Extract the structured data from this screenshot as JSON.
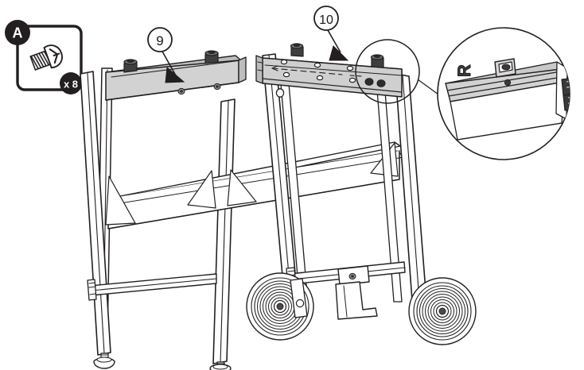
{
  "diagram": {
    "title": "Grill cart frame assembly step",
    "type": "exploded-assembly-line-drawing",
    "background_color": "#ffffff",
    "line_color": "#231f20",
    "panel_fill": "#d2d2d2",
    "panel_fill_dark": "#bdbdbd",
    "badge_fill": "#231f20"
  },
  "hardware_box": {
    "badge_label": "A",
    "quantity_label": "x 8",
    "part_icon": "machine-screw-icon",
    "part_description": "pan head machine screw"
  },
  "callouts": [
    {
      "label": "9",
      "target": "front-apron-panel",
      "arrow": "down-right"
    },
    {
      "label": "10",
      "target": "rear-bracket-rail",
      "arrow": "down"
    }
  ],
  "detail_view": {
    "name": "rear-bracket-rail-detail",
    "orientation_mark": "R",
    "features": [
      "clip-tab",
      "rivet-hole",
      "slotted-flange"
    ]
  },
  "assembly_parts": [
    {
      "name": "front-apron-panel",
      "id": "9",
      "fill": "#d2d2d2"
    },
    {
      "name": "rear-bracket-rail",
      "id": "10",
      "fill": "#c9c9c9"
    },
    {
      "name": "middle-shelf",
      "fill": "#ffffff"
    },
    {
      "name": "left-front-leg",
      "fill": "#ffffff"
    },
    {
      "name": "right-front-leg",
      "fill": "#ffffff"
    },
    {
      "name": "left-rear-leg",
      "fill": "#ffffff"
    },
    {
      "name": "right-rear-leg",
      "fill": "#ffffff"
    },
    {
      "name": "front-cross-brace",
      "fill": "#ffffff"
    },
    {
      "name": "rear-cross-brace",
      "fill": "#ffffff"
    },
    {
      "name": "left-wheel",
      "fill": "#ffffff"
    },
    {
      "name": "right-wheel",
      "fill": "#ffffff"
    },
    {
      "name": "left-leveling-foot",
      "fill": "#ffffff"
    },
    {
      "name": "right-leveling-foot",
      "fill": "#ffffff"
    },
    {
      "name": "axle-bracket",
      "fill": "#ffffff"
    },
    {
      "name": "bottle-opener-tab",
      "fill": "#ffffff"
    }
  ],
  "fasteners": {
    "apron_top_bolts": 2,
    "apron_face_screws": 2,
    "rail_top_bolts": 2,
    "rail_holes": 6
  }
}
